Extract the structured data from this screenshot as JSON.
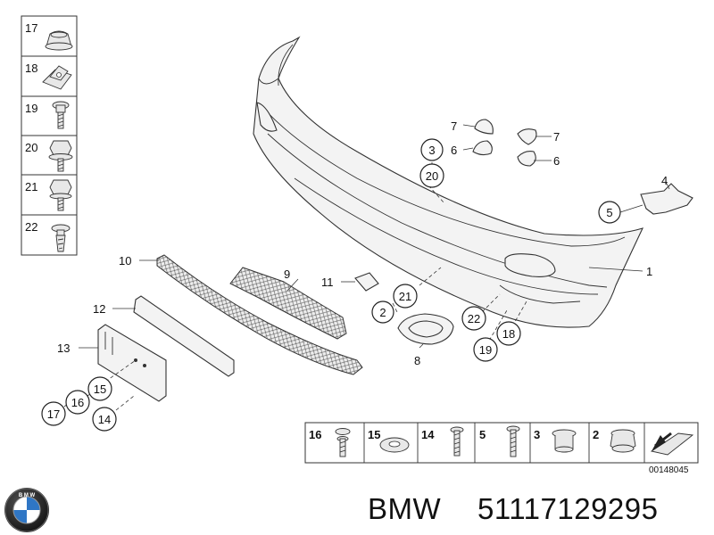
{
  "sidebar_labels": [
    "17",
    "18",
    "19",
    "20",
    "21",
    "22"
  ],
  "callouts": {
    "c1": "1",
    "c2": "2",
    "c3": "3",
    "c4": "4",
    "c5": "5",
    "c6a": "6",
    "c6b": "6",
    "c7a": "7",
    "c7b": "7",
    "c8": "8",
    "c9": "9",
    "c10": "10",
    "c11": "11",
    "c12": "12",
    "c13": "13",
    "c14": "14",
    "c15": "15",
    "c16": "16",
    "c17": "17",
    "c18": "18",
    "c19": "19",
    "c20": "20",
    "c21": "21",
    "c22": "22"
  },
  "hardware_strip": [
    "16",
    "15",
    "14",
    "5",
    "3",
    "2"
  ],
  "diagram_code": "00148045",
  "caption": {
    "brand": "BMW",
    "part_number": "51117129295"
  },
  "logo": {
    "name": "bmw-logo-icon",
    "text": "BMW",
    "colors": {
      "blue": "#2f76c5",
      "ring": "#1a1a1a"
    }
  }
}
